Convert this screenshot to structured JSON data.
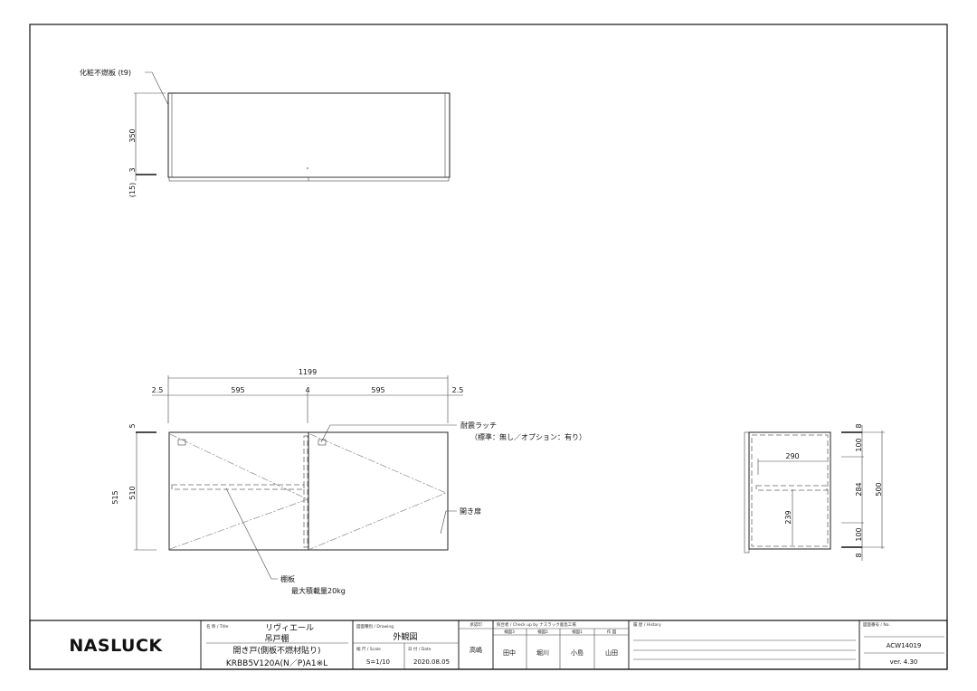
{
  "top_view": {
    "material_label": "化粧不燃板 (t9)",
    "dims": {
      "height": "350",
      "gap": "3",
      "door": "(15)"
    }
  },
  "front_view": {
    "dims": {
      "overall_width": "1199",
      "left_edge": "2.5",
      "left_door": "595",
      "center_gap": "4",
      "right_door": "595",
      "right_edge": "2.5",
      "top_gap": "5",
      "door_height": "510",
      "overall_height": "515"
    },
    "latch_label": "耐震ラッチ",
    "latch_note": "（標準：無し／オプション：有り）",
    "door_label": "開き扉",
    "shelf_label": "棚板",
    "shelf_note": "最大積載量20kg"
  },
  "side_view": {
    "dims": {
      "shelf_depth": "290",
      "shelf_height": "239",
      "top": "8",
      "upper": "100",
      "middle": "284",
      "lower": "100",
      "bottom": "8",
      "overall": "500"
    }
  },
  "title_block": {
    "logo": "NASLUCK",
    "title_label": "名 称 / Title",
    "title_line1": "リヴィエール",
    "title_line2": "吊戸棚",
    "title_line3": "開き戸(側板不燃材貼り)",
    "title_line4": "KRBB5V120A(N／P)A1※L",
    "drawing_label": "図面種別 / Drawing",
    "drawing_value": "外観図",
    "scale_label": "縮 尺 / Scale",
    "scale_value": "S=1/10",
    "date_label": "日 付 / Date",
    "date_value": "2020.08.05",
    "approval_label": "承認印",
    "approval_value": "高嶋",
    "check_label": "照合者 / Check up by ナスラック鹿島工場",
    "checkers": [
      {
        "role": "検図3",
        "name": "田中"
      },
      {
        "role": "検図2",
        "name": "堀川"
      },
      {
        "role": "検図1",
        "name": "小島"
      },
      {
        "role": "作 図",
        "name": "山田"
      }
    ],
    "history_label": "履 歴 / History",
    "number_label": "図面番号 / No.",
    "number_value": "ACW14019",
    "version": "ver. 4.30"
  }
}
